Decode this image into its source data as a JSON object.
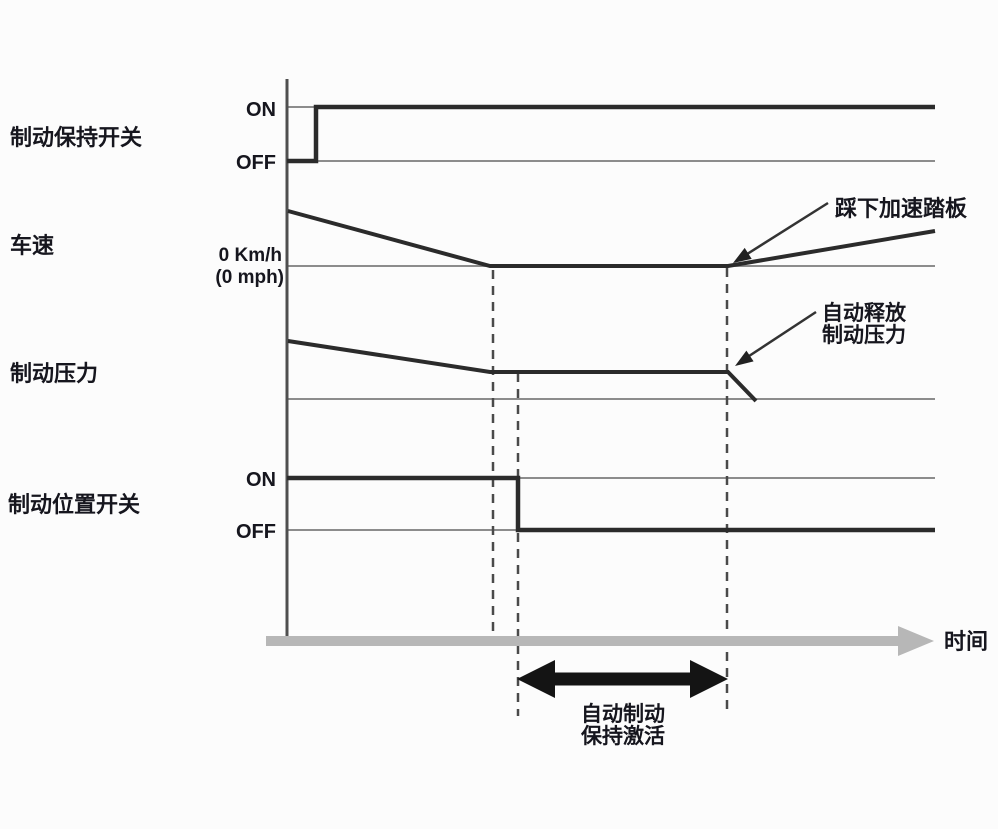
{
  "colors": {
    "background": "#fcfcfc",
    "signal_line": "#2b2b2b",
    "reference_line": "#8c8c8c",
    "vertical_axis": "#4f4f4f",
    "time_axis": "#b7b7b7",
    "dashed_event_line": "#4a4a4a",
    "text": "#16161e",
    "hold_range_arrow": "#141414"
  },
  "rows": {
    "brake_hold_switch": {
      "label": "制动保持开关",
      "on_label": "ON",
      "off_label": "OFF"
    },
    "vehicle_speed": {
      "label": "车速",
      "zero_speed_line1": "0 Km/h",
      "zero_speed_line2": "(0 mph)"
    },
    "brake_pressure": {
      "label": "制动压力"
    },
    "brake_position_switch": {
      "label": "制动位置开关",
      "on_label": "ON",
      "off_label": "OFF"
    }
  },
  "annotations": {
    "accelerator_pressed": "踩下加速踏板",
    "auto_release_line1": "自动释放",
    "auto_release_line2": "制动压力",
    "auto_hold_line1": "自动制动",
    "auto_hold_line2": "保持激活",
    "time_axis_label": "时间"
  },
  "signals": {
    "time_axis_normalized_events": {
      "brake_hold_switch_on": 0.045,
      "vehicle_stops": 0.318,
      "brake_pedal_released_hold_starts": 0.356,
      "accelerator_pressed_hold_ends": 0.679
    },
    "series": [
      {
        "name": "制动保持开关",
        "type": "digital",
        "segments": [
          {
            "from": 0,
            "to": 0.045,
            "state": "OFF"
          },
          {
            "from": 0.045,
            "to": 1,
            "state": "ON"
          }
        ]
      },
      {
        "name": "车速",
        "type": "analog",
        "shape": "decreases from positive speed to 0 Km/h at t=0.318, holds 0 until t=0.679, then increases when accelerator pressed"
      },
      {
        "name": "制动压力",
        "type": "analog",
        "shape": "decreases to a constant held pressure at t=0.318, held until t=0.679, then automatically released to zero"
      },
      {
        "name": "制动位置开关",
        "type": "digital",
        "segments": [
          {
            "from": 0,
            "to": 0.356,
            "state": "ON"
          },
          {
            "from": 0.356,
            "to": 1,
            "state": "OFF"
          }
        ]
      }
    ],
    "hold_active_range": {
      "from": 0.356,
      "to": 0.679,
      "label": "自动制动保持激活"
    }
  }
}
